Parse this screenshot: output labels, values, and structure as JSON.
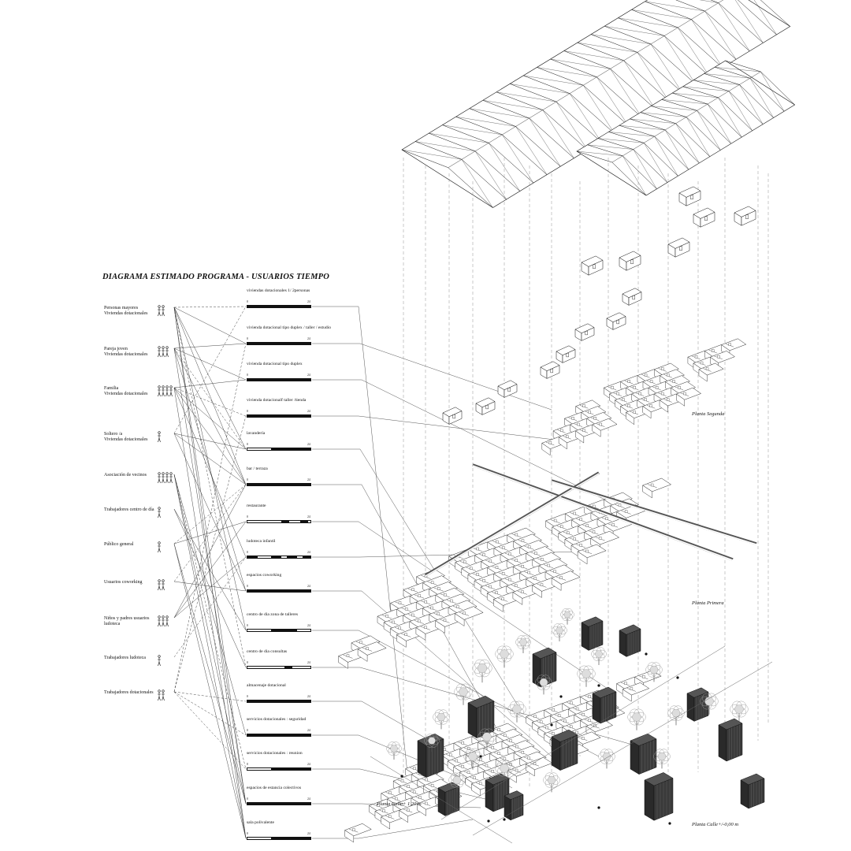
{
  "title": "DIAGRAMA ESTIMADO PROGRAMA - USUARIOS TIEMPO",
  "users": [
    {
      "label": "Personas mayores\nViviendas dotacionales",
      "icon": "elderly-figures-icon"
    },
    {
      "label": "Pareja joven\nViviendas dotacionales",
      "icon": "couple-figures-icon"
    },
    {
      "label": "Familia\nViviendas dotacionales",
      "icon": "family-figures-icon"
    },
    {
      "label": "Soltero /a\nViviendas dotacionales",
      "icon": "single-figure-icon"
    },
    {
      "label": "Asociación de vecinos",
      "icon": "neighbors-figures-icon"
    },
    {
      "label": "Trabajadores centro de día",
      "icon": "worker-figure-icon"
    },
    {
      "label": "Público general",
      "icon": "walker-figure-icon"
    },
    {
      "label": "Usuarios coworking",
      "icon": "coworking-figures-icon"
    },
    {
      "label": "Niños y padres usuarios\nludoteca",
      "icon": "children-parents-figures-icon"
    },
    {
      "label": "Trabajadores ludoteca",
      "icon": "cyclist-figure-icon"
    },
    {
      "label": "Trabajadores dotacionales",
      "icon": "staff-figures-icon"
    }
  ],
  "programs": [
    {
      "label": "viviendas dotacionales 1/ 2personas",
      "schedule": [
        [
          0,
          24
        ]
      ]
    },
    {
      "label": "vivienda dotacional tipo duplex / taller / estudio",
      "schedule": [
        [
          0,
          24
        ]
      ]
    },
    {
      "label": "vivienda dotacional tipo duplex",
      "schedule": [
        [
          0,
          24
        ]
      ]
    },
    {
      "label": "vivienda dotacionalf taller /tienda",
      "schedule": [
        [
          0,
          24
        ]
      ]
    },
    {
      "label": "lavandería",
      "schedule": [
        [
          9,
          24
        ]
      ]
    },
    {
      "label": "bar / terraza",
      "schedule": [
        [
          0,
          24
        ]
      ]
    },
    {
      "label": "restaurante",
      "schedule": [
        [
          13,
          16
        ],
        [
          20,
          23
        ]
      ]
    },
    {
      "label": "ludoteca infantil",
      "schedule": [
        [
          0,
          4
        ],
        [
          9,
          13
        ],
        [
          15,
          19
        ],
        [
          21,
          24
        ]
      ]
    },
    {
      "label": "espacios coworking",
      "schedule": [
        [
          0,
          24
        ]
      ]
    },
    {
      "label": "centro de dia zona de  talleres",
      "schedule": [
        [
          9,
          19
        ]
      ]
    },
    {
      "label": "centro de dia consultas",
      "schedule": [
        [
          14,
          17
        ]
      ]
    },
    {
      "label": "almacenaje dotacional",
      "schedule": [
        [
          0,
          24
        ]
      ]
    },
    {
      "label": "servicios dotacionales : seguridad",
      "schedule": [
        [
          0,
          24
        ]
      ]
    },
    {
      "label": "servicios dotacionales : reunion",
      "schedule": [
        [
          9,
          24
        ]
      ]
    },
    {
      "label": "espacios de estancia colectivos",
      "schedule": [
        [
          0,
          24
        ]
      ]
    },
    {
      "label": "sala polivalente",
      "schedule": [
        [
          9,
          24
        ]
      ]
    }
  ],
  "axis": {
    "start": "0",
    "end": "24"
  },
  "floors": {
    "segunda": "Planta Segunda",
    "primera": "Planta Primera",
    "calle_alta": "Planta Calle+ 1,20 m",
    "calle_base": "Planta Calle+/-0,00 m"
  },
  "colors": {
    "ink": "#111111",
    "paper": "#ffffff",
    "tree": "#9a9a9a",
    "dark_block": "#2a2a2a"
  }
}
